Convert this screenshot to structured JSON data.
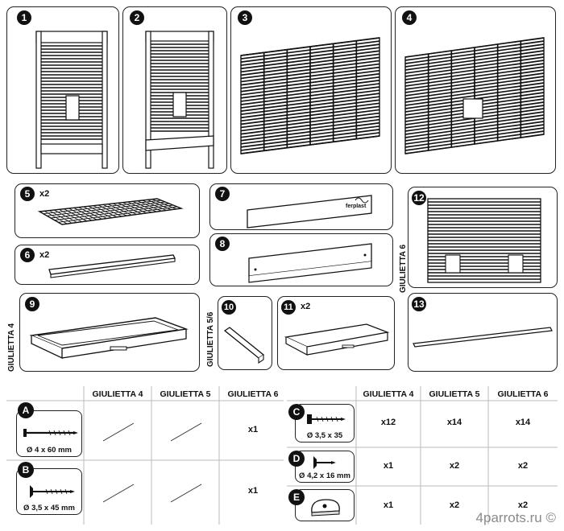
{
  "steps": [
    {
      "num": "1"
    },
    {
      "num": "2"
    },
    {
      "num": "3"
    },
    {
      "num": "4"
    },
    {
      "num": "5",
      "qty": "x2"
    },
    {
      "num": "6",
      "qty": "x2"
    },
    {
      "num": "7"
    },
    {
      "num": "8"
    },
    {
      "num": "9"
    },
    {
      "num": "10"
    },
    {
      "num": "11",
      "qty": "x2"
    },
    {
      "num": "12"
    },
    {
      "num": "13"
    }
  ],
  "model_labels": {
    "g4": "GIULIETTA 4",
    "g56": "GIULIETTA 5/6",
    "g6": "GIULIETTA 6"
  },
  "brand_mark": "ferplast",
  "hardware_left": {
    "headers": [
      "GIULIETTA 4",
      "GIULIETTA 5",
      "GIULIETTA 6"
    ],
    "rows": [
      {
        "letter": "A",
        "dim": "Ø 4 x 60 mm",
        "values": [
          "",
          "",
          "x1"
        ]
      },
      {
        "letter": "B",
        "dim": "Ø 3,5 x 45 mm",
        "values": [
          "",
          "",
          "x1"
        ]
      }
    ]
  },
  "hardware_right": {
    "headers": [
      "GIULIETTA 4",
      "GIULIETTA 5",
      "GIULIETTA 6"
    ],
    "rows": [
      {
        "letter": "C",
        "dim": "Ø 3,5 x 35",
        "values": [
          "x12",
          "x14",
          "x14"
        ]
      },
      {
        "letter": "D",
        "dim": "Ø 4,2 x 16 mm",
        "values": [
          "x1",
          "x2",
          "x2"
        ]
      },
      {
        "letter": "E",
        "dim": "",
        "values": [
          "x1",
          "x2",
          "x2"
        ]
      }
    ]
  },
  "watermark": "4parrots.ru ©"
}
